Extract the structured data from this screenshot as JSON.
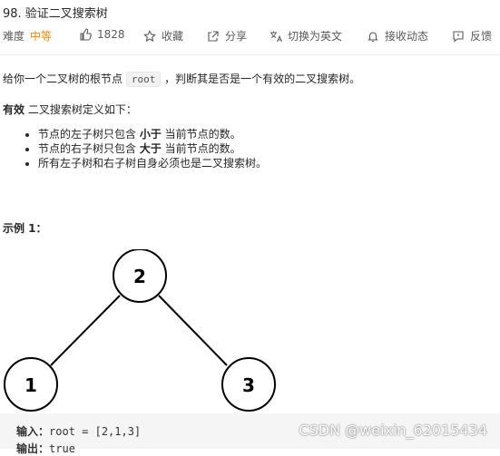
{
  "problem": {
    "title": "98. 验证二叉搜索树",
    "difficulty_label": "难度",
    "difficulty": "中等",
    "likes": "1828",
    "favorite": "收藏",
    "share": "分享",
    "switch_lang": "切换为英文",
    "subscribe": "接收动态",
    "feedback": "反馈"
  },
  "description": {
    "p1_before": "给你一个二叉树的根节点 ",
    "p1_code": "root",
    "p1_after": " ，判断其是否是一个有效的二叉搜索树。",
    "p2_bold": "有效",
    "p2_rest": " 二叉搜索树定义如下：",
    "bullets": [
      {
        "pre": "节点的左子树只包含 ",
        "bold": "小于",
        "post": " 当前节点的数。"
      },
      {
        "pre": "节点的右子树只包含 ",
        "bold": "大于",
        "post": " 当前节点的数。"
      },
      {
        "pre": "所有左子树和右子树自身必须也是二叉搜索树。",
        "bold": "",
        "post": ""
      }
    ]
  },
  "example": {
    "title": "示例 1：",
    "tree_nodes": [
      "2",
      "1",
      "3"
    ],
    "input_label": "输入：",
    "input_value": "root = [2,1,3]",
    "output_label": "输出：",
    "output_value": "true"
  },
  "watermark": "CSDN @weixin_62015434"
}
